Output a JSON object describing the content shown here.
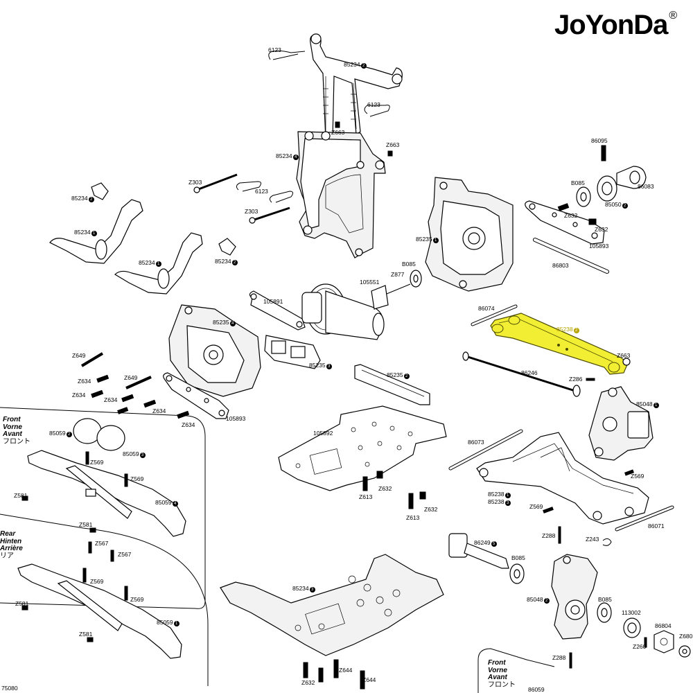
{
  "brand": {
    "name": "JoYonDa",
    "mark": "®"
  },
  "highlight": {
    "color": "#f2ee33",
    "part": "85238"
  },
  "sections": {
    "front_top": [
      "Front",
      "Vorne",
      "Avant",
      "フロント"
    ],
    "rear": [
      "Rear",
      "Hinten",
      "Arrière",
      "リア"
    ],
    "front_bottom": [
      "Front",
      "Vorne",
      "Avant",
      "フロント"
    ]
  },
  "labels": [
    {
      "id": "l1",
      "text": "6123",
      "num": ""
    },
    {
      "id": "l2",
      "text": "85234",
      "num": "2"
    },
    {
      "id": "l3",
      "text": "6123",
      "num": ""
    },
    {
      "id": "l4",
      "text": "Z663",
      "num": ""
    },
    {
      "id": "l5",
      "text": "Z663",
      "num": ""
    },
    {
      "id": "l6",
      "text": "85234",
      "num": "4"
    },
    {
      "id": "l7",
      "text": "Z303",
      "num": ""
    },
    {
      "id": "l8",
      "text": "6123",
      "num": ""
    },
    {
      "id": "l9",
      "text": "Z303",
      "num": ""
    },
    {
      "id": "l10",
      "text": "85234",
      "num": "2"
    },
    {
      "id": "l11",
      "text": "85234",
      "num": "1"
    },
    {
      "id": "l12",
      "text": "85234",
      "num": "1"
    },
    {
      "id": "l13",
      "text": "85234",
      "num": "2"
    },
    {
      "id": "l14",
      "text": "86095",
      "num": ""
    },
    {
      "id": "l15",
      "text": "B085",
      "num": ""
    },
    {
      "id": "l16",
      "text": "86083",
      "num": ""
    },
    {
      "id": "l17",
      "text": "85050",
      "num": "2"
    },
    {
      "id": "l18",
      "text": "Z632",
      "num": ""
    },
    {
      "id": "l19",
      "text": "Z632",
      "num": ""
    },
    {
      "id": "l20",
      "text": "105893",
      "num": ""
    },
    {
      "id": "l21",
      "text": "86803",
      "num": ""
    },
    {
      "id": "l22",
      "text": "85235",
      "num": "1"
    },
    {
      "id": "l23",
      "text": "B085",
      "num": ""
    },
    {
      "id": "l24",
      "text": "105551",
      "num": ""
    },
    {
      "id": "l25",
      "text": "Z877",
      "num": ""
    },
    {
      "id": "l26",
      "text": "105891",
      "num": ""
    },
    {
      "id": "l27",
      "text": "85235",
      "num": "4"
    },
    {
      "id": "l28",
      "text": "86074",
      "num": ""
    },
    {
      "id": "l29",
      "text": "85238",
      "num": "2"
    },
    {
      "id": "l30",
      "text": "Z663",
      "num": ""
    },
    {
      "id": "l31",
      "text": "85235",
      "num": "3"
    },
    {
      "id": "l32",
      "text": "86246",
      "num": ""
    },
    {
      "id": "l33",
      "text": "Z286",
      "num": ""
    },
    {
      "id": "l34",
      "text": "85048",
      "num": "1"
    },
    {
      "id": "l35",
      "text": "Z649",
      "num": ""
    },
    {
      "id": "l36",
      "text": "Z634",
      "num": ""
    },
    {
      "id": "l37",
      "text": "Z649",
      "num": ""
    },
    {
      "id": "l38",
      "text": "Z634",
      "num": ""
    },
    {
      "id": "l39",
      "text": "Z634",
      "num": ""
    },
    {
      "id": "l40",
      "text": "Z634",
      "num": ""
    },
    {
      "id": "l41",
      "text": "Z634",
      "num": ""
    },
    {
      "id": "l42",
      "text": "105893",
      "num": ""
    },
    {
      "id": "l43",
      "text": "85235",
      "num": "2"
    },
    {
      "id": "l44",
      "text": "105892",
      "num": ""
    },
    {
      "id": "l45",
      "text": "86073",
      "num": ""
    },
    {
      "id": "l46",
      "text": "85059",
      "num": "2"
    },
    {
      "id": "l47",
      "text": "85059",
      "num": "3"
    },
    {
      "id": "l48",
      "text": "Z569",
      "num": ""
    },
    {
      "id": "l49",
      "text": "Z569",
      "num": ""
    },
    {
      "id": "l50",
      "text": "Z581",
      "num": ""
    },
    {
      "id": "l51",
      "text": "85059",
      "num": "4"
    },
    {
      "id": "l52",
      "text": "Z613",
      "num": ""
    },
    {
      "id": "l53",
      "text": "Z632",
      "num": ""
    },
    {
      "id": "l54",
      "text": "Z613",
      "num": ""
    },
    {
      "id": "l55",
      "text": "Z632",
      "num": ""
    },
    {
      "id": "l56",
      "text": "Z569",
      "num": ""
    },
    {
      "id": "l57",
      "text": "85238",
      "num": "1"
    },
    {
      "id": "l58",
      "text": "85238",
      "num": "3"
    },
    {
      "id": "l59",
      "text": "Z569",
      "num": ""
    },
    {
      "id": "l60",
      "text": "86071",
      "num": ""
    },
    {
      "id": "l61",
      "text": "Z581",
      "num": ""
    },
    {
      "id": "l62",
      "text": "Z567",
      "num": ""
    },
    {
      "id": "l63",
      "text": "Z567",
      "num": ""
    },
    {
      "id": "l64",
      "text": "Z288",
      "num": ""
    },
    {
      "id": "l65",
      "text": "Z243",
      "num": ""
    },
    {
      "id": "l66",
      "text": "86249",
      "num": "5"
    },
    {
      "id": "l67",
      "text": "B085",
      "num": ""
    },
    {
      "id": "l68",
      "text": "Z569",
      "num": ""
    },
    {
      "id": "l69",
      "text": "Z569",
      "num": ""
    },
    {
      "id": "l70",
      "text": "85234",
      "num": "3"
    },
    {
      "id": "l71",
      "text": "85048",
      "num": "2"
    },
    {
      "id": "l72",
      "text": "B085",
      "num": ""
    },
    {
      "id": "l73",
      "text": "113002",
      "num": ""
    },
    {
      "id": "l74",
      "text": "86804",
      "num": ""
    },
    {
      "id": "l75",
      "text": "Z581",
      "num": ""
    },
    {
      "id": "l76",
      "text": "85059",
      "num": "1"
    },
    {
      "id": "l77",
      "text": "Z581",
      "num": ""
    },
    {
      "id": "l78",
      "text": "Z260",
      "num": ""
    },
    {
      "id": "l79",
      "text": "Z680",
      "num": ""
    },
    {
      "id": "l80",
      "text": "Z288",
      "num": ""
    },
    {
      "id": "l81",
      "text": "Z644",
      "num": ""
    },
    {
      "id": "l82",
      "text": "Z644",
      "num": ""
    },
    {
      "id": "l83",
      "text": "Z632",
      "num": ""
    },
    {
      "id": "l84",
      "text": "75080",
      "num": ""
    },
    {
      "id": "l85",
      "text": "86059",
      "num": ""
    }
  ]
}
